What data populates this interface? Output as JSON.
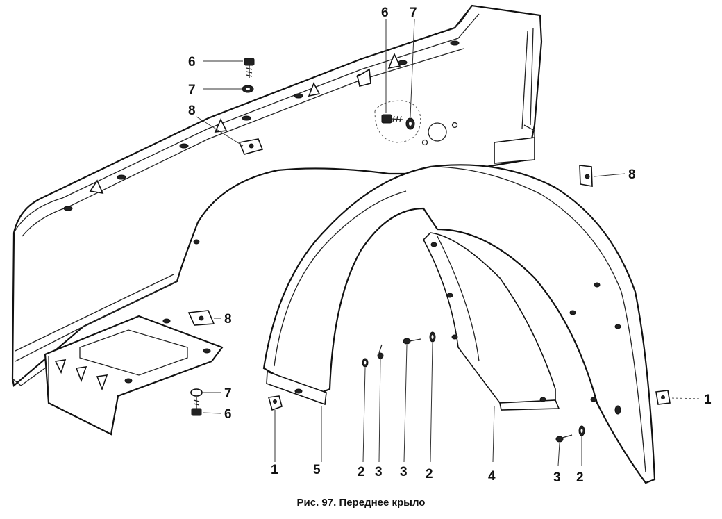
{
  "caption": "Рис. 97. Переднее крыло",
  "callouts": {
    "c6a": "6",
    "c7a": "7",
    "c8a": "8",
    "c6b": "6",
    "c7b": "7",
    "c8b": "8",
    "c8c": "8",
    "c7c": "7",
    "c6c": "6",
    "c1a": "1",
    "c5": "5",
    "c2a": "2",
    "c3a": "3",
    "c3b": "3",
    "c2b": "2",
    "c4": "4",
    "c1b": "1",
    "c3c": "3",
    "c2c": "2"
  }
}
